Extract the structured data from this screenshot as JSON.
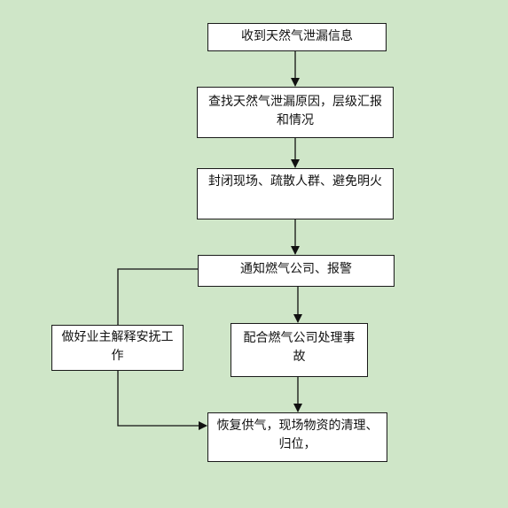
{
  "flowchart": {
    "steps": {
      "receive": "收到天然气泄漏信息",
      "locate_line1": "查找天然气泄漏原因，层级汇报",
      "locate_line2": "和情况",
      "seal": "封闭现场、疏散人群、避免明火",
      "notify": "通知燃气公司、报警",
      "cooperate_line1": "配合燃气公司处理事",
      "cooperate_line2": "故",
      "owner_line1": "做好业主解释安抚工",
      "owner_line2": "作",
      "restore_line1": "恢复供气，现场物资的清理、",
      "restore_line2": "归位，"
    }
  }
}
